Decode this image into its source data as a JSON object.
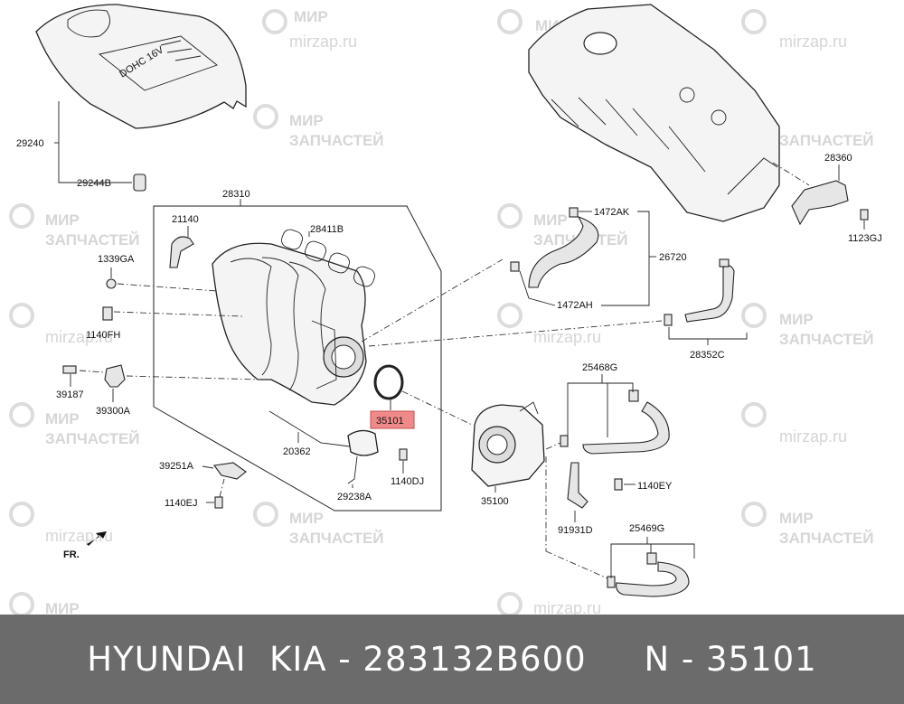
{
  "watermark": {
    "line_ru_1": "МИР",
    "line_ru_2": "ЗАПЧАСТЕЙ",
    "line_site": "mirzap.ru"
  },
  "cover_text": "DOHC 16V",
  "highlight_color": "#f08a8a",
  "highlighted_part": "35101",
  "labels": {
    "p28310": "28310",
    "p21140": "21140",
    "p28411B": "28411B",
    "p1339GA": "1339GA",
    "p1140FH": "1140FH",
    "p39187": "39187",
    "p39300A": "39300A",
    "p39251A": "39251A",
    "p1140EJ": "1140EJ",
    "p20362": "20362",
    "p29238A": "29238A",
    "p1140DJ": "1140DJ",
    "p35101": "35101",
    "p29240": "29240",
    "p29244B": "29244B",
    "p1472AK": "1472AK",
    "p26720": "26720",
    "p1472AH": "1472AH",
    "p28352C": "28352C",
    "p28360": "28360",
    "p1123GJ": "1123GJ",
    "p25468G": "25468G",
    "p35100": "35100",
    "p1140EY": "1140EY",
    "p91931D": "91931D",
    "p25469G": "25469G",
    "fr": "FR."
  },
  "footer": {
    "text": "HYUNDAI  KIA - 283132B600     N - 35101"
  }
}
